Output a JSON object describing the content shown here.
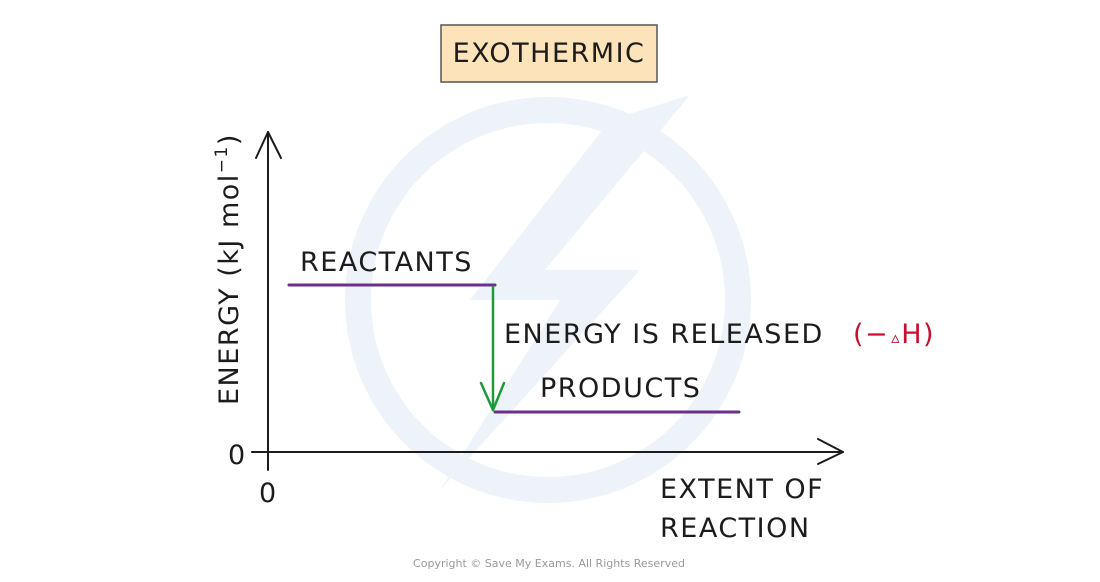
{
  "title": "EXOTHERMIC",
  "y_axis_label": "ENERGY (kJ mol",
  "y_axis_superscript": "−1",
  "y_axis_label_close": ")",
  "y_origin_label": "0",
  "x_origin_label": "0",
  "x_axis_label_line1": "EXTENT  OF",
  "x_axis_label_line2": "REACTION",
  "reactants_label": "REACTANTS",
  "products_label": "PRODUCTS",
  "energy_change_label": "ENERGY  IS  RELEASED",
  "delta_h_label": "(−",
  "delta_h_symbol": "▵",
  "delta_h_close": "H)",
  "copyright": "Copyright © Save My Exams. All Rights Reserved",
  "colors": {
    "title_box_fill": "#fde3b9",
    "title_box_stroke": "#555555",
    "level_line": "#6b2f8f",
    "arrow": "#1f9a3a",
    "delta_h": "#c8102e",
    "axis": "#1c1c1c",
    "watermark": "#eef3fa"
  }
}
